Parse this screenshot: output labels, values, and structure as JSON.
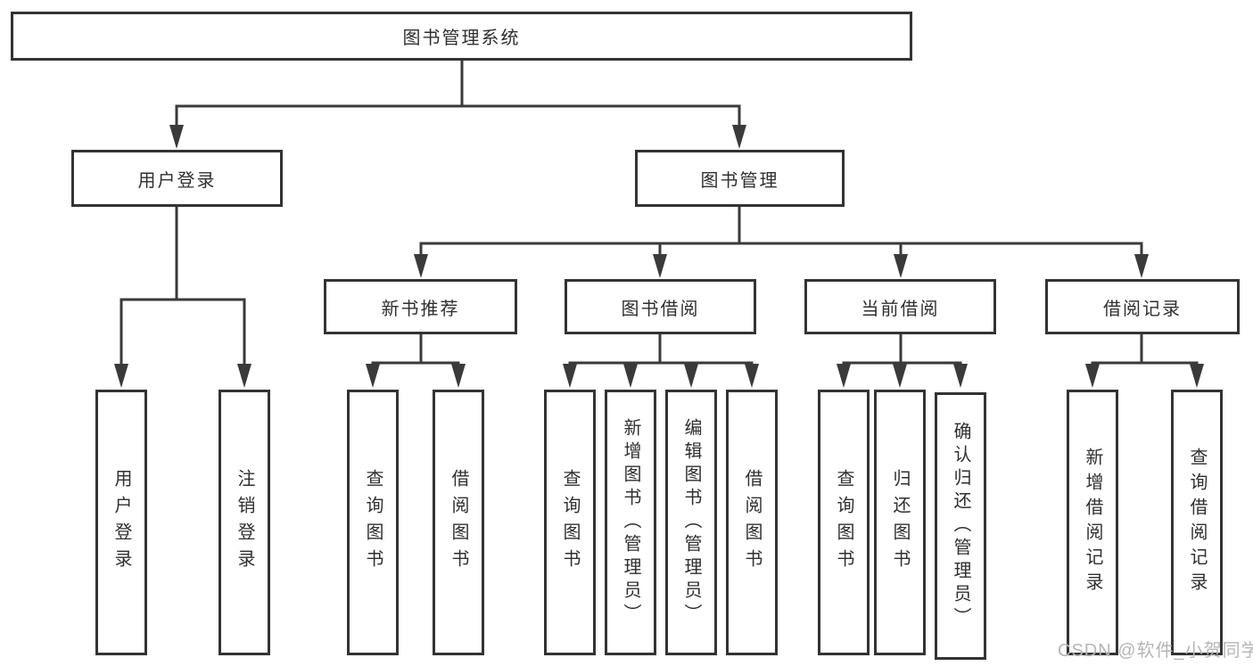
{
  "nodes": {
    "root": {
      "label": "图书管理系统"
    },
    "user_login": {
      "label": "用户登录"
    },
    "book_management": {
      "label": "图书管理"
    },
    "new_book_recommend": {
      "label": "新书推荐"
    },
    "book_borrowing": {
      "label": "图书借阅"
    },
    "current_borrowing": {
      "label": "当前借阅"
    },
    "borrowing_records": {
      "label": "借阅记录"
    },
    "leaf_user_login": {
      "label": "用户登录"
    },
    "leaf_logout": {
      "label": "注销登录"
    },
    "leaf_query_books_recommend": {
      "label": "查询图书"
    },
    "leaf_borrow_books_recommend": {
      "label": "借阅图书"
    },
    "leaf_query_books_borrowing": {
      "label": "查询图书"
    },
    "leaf_add_books_admin": {
      "label": "新增图书（管理员）"
    },
    "leaf_edit_books_admin": {
      "label": "编辑图书（管理员）"
    },
    "leaf_borrow_books_borrowing": {
      "label": "借阅图书"
    },
    "leaf_query_books_current": {
      "label": "查询图书"
    },
    "leaf_return_books": {
      "label": "归还图书"
    },
    "leaf_confirm_return_admin": {
      "label": "确认归还（管理员）"
    },
    "leaf_add_borrow_record": {
      "label": "新增借阅记录"
    },
    "leaf_query_borrow_record": {
      "label": "查询借阅记录"
    }
  },
  "watermark": {
    "text": "CSDN @软件_小贺同学"
  },
  "colors": {
    "line": "#3a3a3a",
    "border": "#333333",
    "text": "#2f2f2f",
    "watermark": "#b5b5b5",
    "background": "#ffffff"
  }
}
